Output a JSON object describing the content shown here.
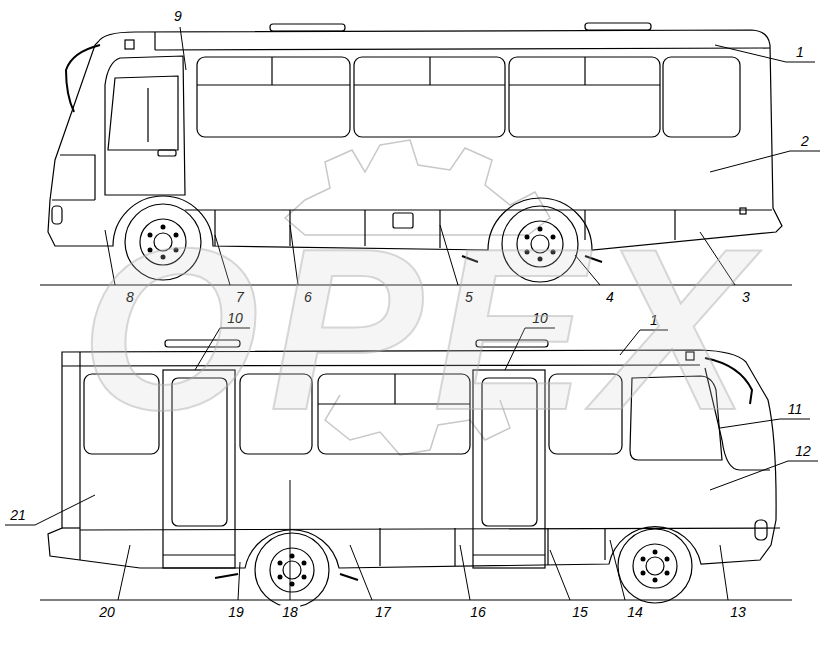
{
  "diagram": {
    "labels": [
      "9",
      "1",
      "2",
      "8",
      "7",
      "6",
      "5",
      "4",
      "3",
      "10",
      "10",
      "1",
      "11",
      "12",
      "21",
      "20",
      "19",
      "18",
      "17",
      "16",
      "15",
      "14",
      "13",
      "ОРЕХ"
    ]
  }
}
